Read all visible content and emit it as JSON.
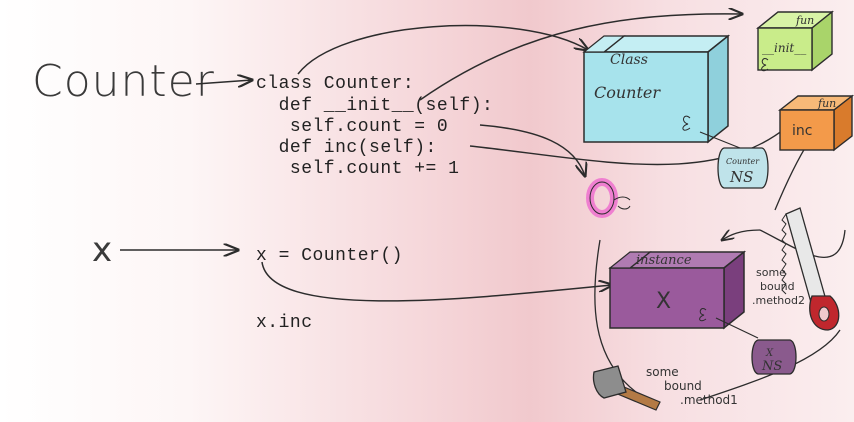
{
  "labels": {
    "counter_word": "Counter",
    "x_word": "x"
  },
  "code": {
    "lines": [
      "class Counter:",
      "  def __init__(self):",
      "   self.count = 0",
      "  def inc(self):",
      "   self.count += 1"
    ],
    "instantiate": "x = Counter()",
    "access": "x.inc"
  },
  "objects": {
    "class_box": {
      "kind_label": "Class",
      "name": "Counter"
    },
    "init_fn": {
      "kind_label": "fun",
      "name": "__init__"
    },
    "inc_fn": {
      "kind_label": "fun",
      "name": "inc"
    },
    "counter_ns_tag": {
      "line1": "Counter",
      "line2": "NS"
    },
    "count_value": "0",
    "instance_box": {
      "kind_label": "instance",
      "name": "X"
    },
    "x_ns_tag": {
      "line1": "X",
      "line2": "NS"
    },
    "bound_method_1": [
      "some",
      "bound",
      ".method1"
    ],
    "bound_method_2": [
      "some",
      "bound",
      ".method2"
    ]
  },
  "colors": {
    "class_box": "#a7e3ec",
    "fun_box": "#c9ec8a",
    "inc_box": "#f39a4a",
    "instance_box": "#9a5a9c",
    "ns_tag": "#bfe3ea",
    "x_ns_tag": "#8a5a8d",
    "zero": "#ef7fd0",
    "ink": "#2c2c2c"
  }
}
